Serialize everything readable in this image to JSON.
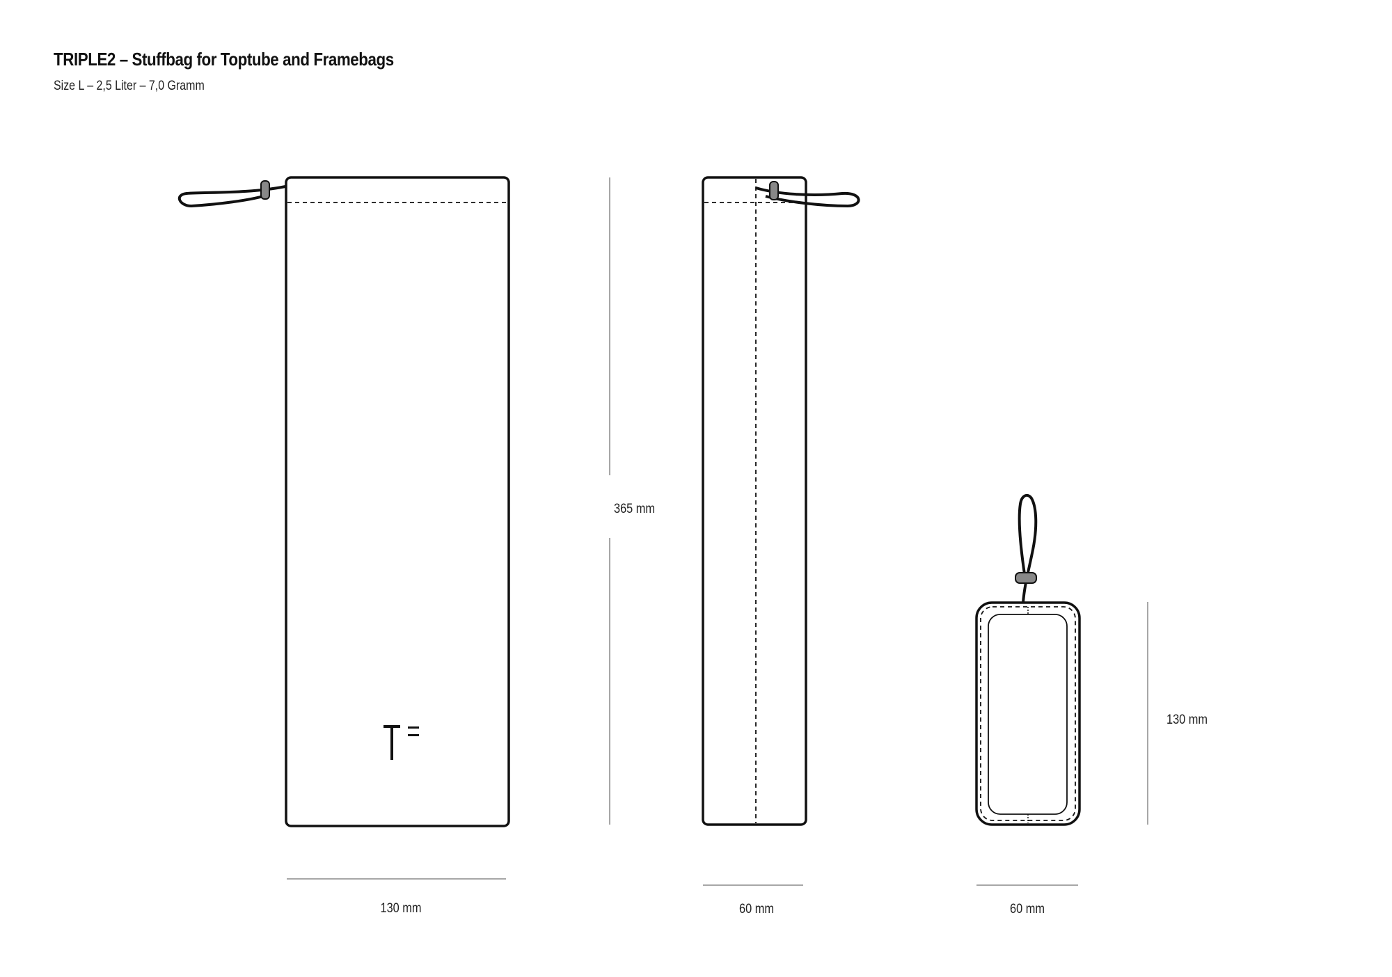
{
  "header": {
    "title": "TRIPLE2 – Stuffbag for Toptube and Framebags",
    "subtitle": "Size L – 2,5 Liter – 7,0 Gramm"
  },
  "logo": {
    "text": "T="
  },
  "dimensions": {
    "front_height": "365 mm",
    "front_width": "130 mm",
    "side_width": "60 mm",
    "top_width": "60 mm",
    "top_height": "130 mm"
  },
  "colors": {
    "outline": "#111111",
    "dimension_line": "#8a8a8a",
    "cordlock": "#888888"
  }
}
